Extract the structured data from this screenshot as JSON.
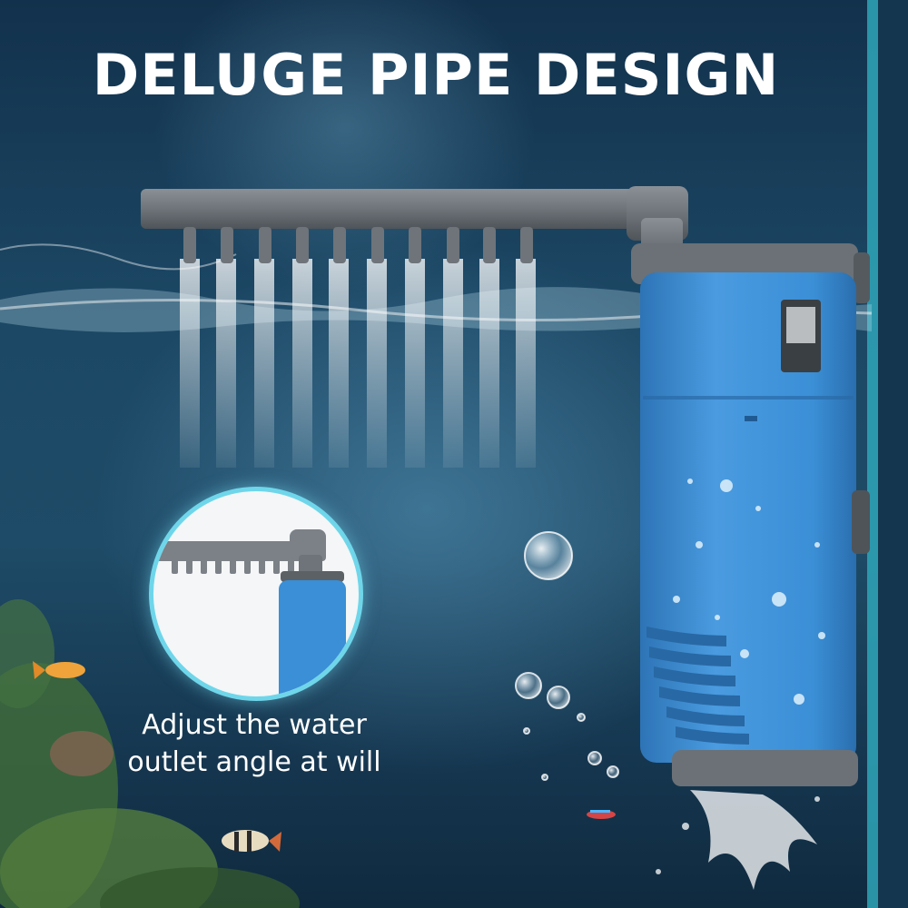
{
  "headline": "DELUGE PIPE DESIGN",
  "caption": {
    "line1": "Adjust the water",
    "line2": "outlet angle at will"
  },
  "colors": {
    "background": "#1e4b67",
    "pump_body": "#3b8fd6",
    "pipe": "#6e747a",
    "inset_border": "#6fd6ea",
    "text": "#ffffff"
  },
  "icons": [
    "deluge-pipe",
    "water-pump",
    "bubbles",
    "fish",
    "plants"
  ]
}
